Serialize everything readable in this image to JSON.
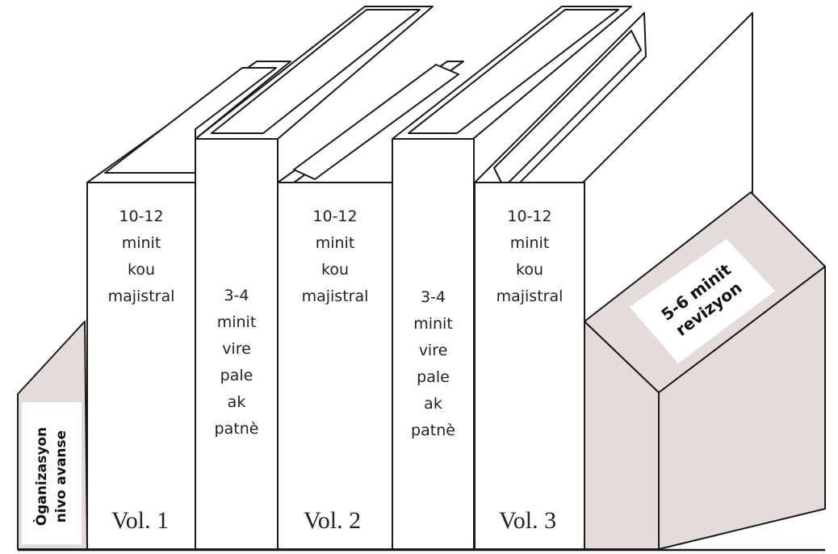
{
  "colors": {
    "outline": "#1a1a1a",
    "book_fill": "#ffffff",
    "shaded_fill": "#e3dcdb",
    "label_box": "#ffffff"
  },
  "advance_organizer": {
    "lines": [
      "Òganizasyon",
      "nivo avanse"
    ]
  },
  "book1": {
    "lines": [
      "10-12",
      "minit",
      "kou",
      "majistral"
    ],
    "volume": "Vol. 1"
  },
  "spine1": {
    "lines": [
      "3-4",
      "minit",
      "vire",
      "pale",
      "ak",
      "patnè"
    ]
  },
  "book2": {
    "lines": [
      "10-12",
      "minit",
      "kou",
      "majistral"
    ],
    "volume": "Vol. 2"
  },
  "spine2": {
    "lines": [
      "3-4",
      "minit",
      "vire",
      "pale",
      "ak",
      "patnè"
    ]
  },
  "book3": {
    "lines": [
      "10-12",
      "minit",
      "kou",
      "majistral"
    ],
    "volume": "Vol. 3"
  },
  "bookend": {
    "lines": [
      "5-6 minit",
      "revizyon"
    ]
  }
}
